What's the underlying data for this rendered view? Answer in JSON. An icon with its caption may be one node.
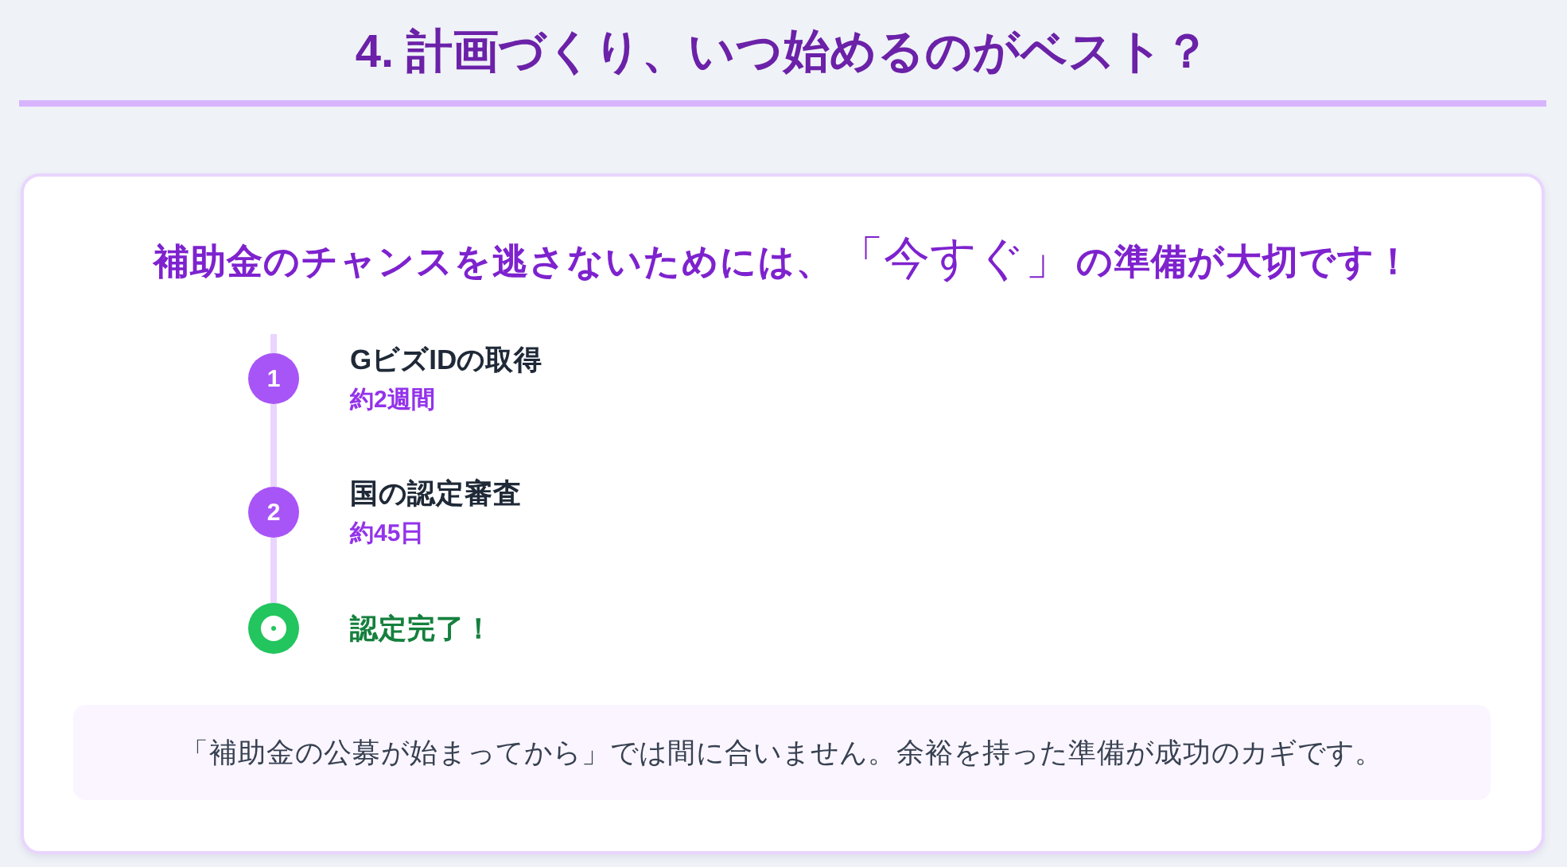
{
  "diagram": {
    "title": "4. 計画づくり、いつ始めるのがベスト？",
    "nodes": [
      {
        "text": [
          "補助金のチャンスを逃さないためには、**「今すぐ」**の準備が大切です！"
        ]
      },
      {
        "text": [
          "1"
        ],
        "in": 0,
        "beside": [
          "GビズIDの取得",
          "約2週間"
        ]
      },
      {
        "text": [
          "2"
        ],
        "in": 0,
        "beside": [
          "国の認定審査",
          "約45日"
        ]
      },
      {
        "text": [],
        "shape": "circle",
        "in": 0,
        "beside": [
          "認定完了！"
        ]
      },
      {
        "text": [
          "「補助金の公募が始まってから」では間に合いません。余裕を持った準備が成功のカギです。"
        ],
        "in": 0
      }
    ],
    "edges": [
      {
        "from": 1,
        "to": 2,
        "arrow": "none"
      },
      {
        "from": 2,
        "to": 3,
        "arrow": "none"
      }
    ]
  }
}
